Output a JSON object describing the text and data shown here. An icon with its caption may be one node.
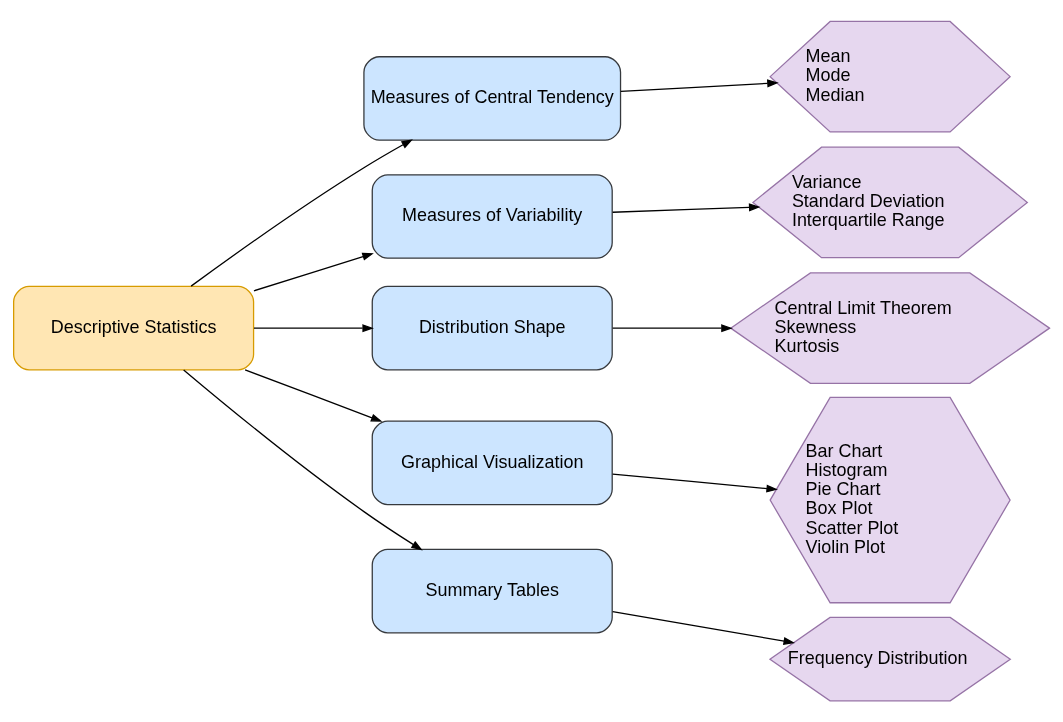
{
  "diagram": {
    "nodes": [
      {
        "text": [
          "Descriptive Statistics"
        ]
      },
      {
        "text": [
          "Measures of Central Tendency"
        ]
      },
      {
        "text": [
          "Measures of Variability"
        ]
      },
      {
        "text": [
          "Distribution Shape"
        ]
      },
      {
        "text": [
          "Graphical Visualization"
        ]
      },
      {
        "text": [
          "Summary Tables"
        ]
      },
      {
        "text": [
          "Mean",
          "Mode",
          "Median"
        ]
      },
      {
        "text": [
          "Variance",
          "Standard Deviation",
          "Interquartile Range"
        ]
      },
      {
        "text": [
          "Central Limit Theorem",
          "Skewness",
          "Kurtosis"
        ]
      },
      {
        "text": [
          "Bar Chart",
          "Histogram",
          "Pie Chart",
          "Box Plot",
          "Scatter Plot",
          "Violin Plot"
        ]
      },
      {
        "text": [
          "Frequency Distribution"
        ]
      }
    ],
    "edges": [
      {
        "from": 0,
        "to": 1,
        "arrow": "to"
      },
      {
        "from": 0,
        "to": 2,
        "arrow": "to"
      },
      {
        "from": 0,
        "to": 3,
        "arrow": "to"
      },
      {
        "from": 0,
        "to": 4,
        "arrow": "to"
      },
      {
        "from": 0,
        "to": 5,
        "arrow": "to"
      },
      {
        "from": 1,
        "to": 6,
        "arrow": "to"
      },
      {
        "from": 2,
        "to": 7,
        "arrow": "to"
      },
      {
        "from": 3,
        "to": 8,
        "arrow": "to"
      },
      {
        "from": 4,
        "to": 9,
        "arrow": "to"
      },
      {
        "from": 5,
        "to": 10,
        "arrow": "to"
      }
    ]
  }
}
